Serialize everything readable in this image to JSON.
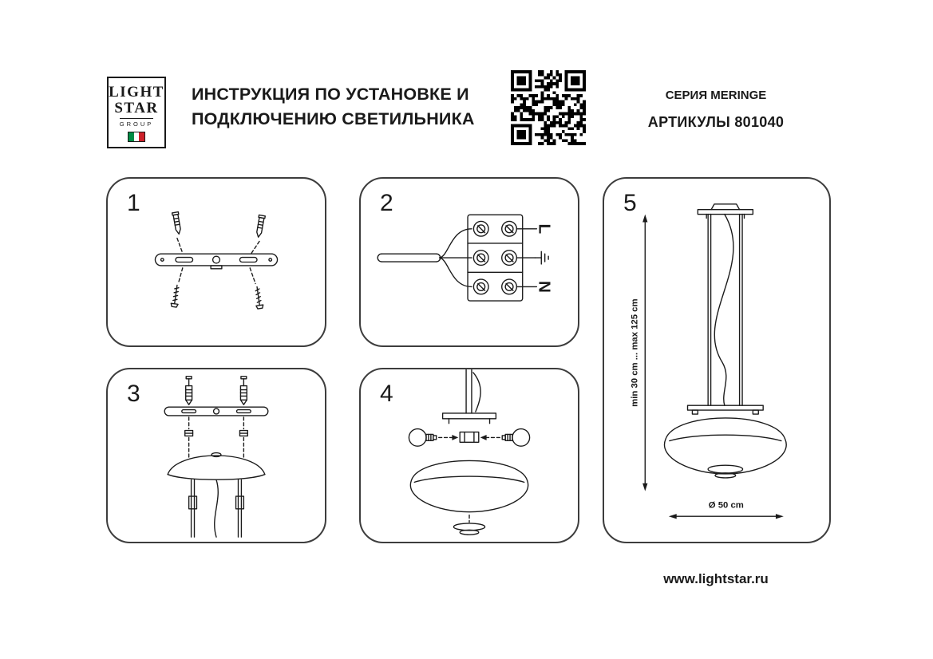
{
  "header": {
    "logo": {
      "line1": "LIGHT",
      "line2": "STAR",
      "line3": "GROUP"
    },
    "title_line1": "ИНСТРУКЦИЯ ПО УСТАНОВКЕ И",
    "title_line2": "ПОДКЛЮЧЕНИЮ СВЕТИЛЬНИКА",
    "series": "СЕРИЯ MERINGE",
    "article": "АРТИКУЛЫ 801040"
  },
  "steps": {
    "step1": {
      "number": "1"
    },
    "step2": {
      "number": "2",
      "label_l": "L",
      "label_n": "N"
    },
    "step3": {
      "number": "3"
    },
    "step4": {
      "number": "4"
    },
    "step5": {
      "number": "5",
      "height_label": "min 30 cm ... max 125 cm",
      "diameter_label": "Ø 50 cm"
    }
  },
  "footer": {
    "website": "www.lightstar.ru"
  },
  "colors": {
    "ink": "#1a1a1a",
    "panel_border": "#3d3d3d",
    "flag_green": "#008c45",
    "flag_red": "#cd212a"
  }
}
